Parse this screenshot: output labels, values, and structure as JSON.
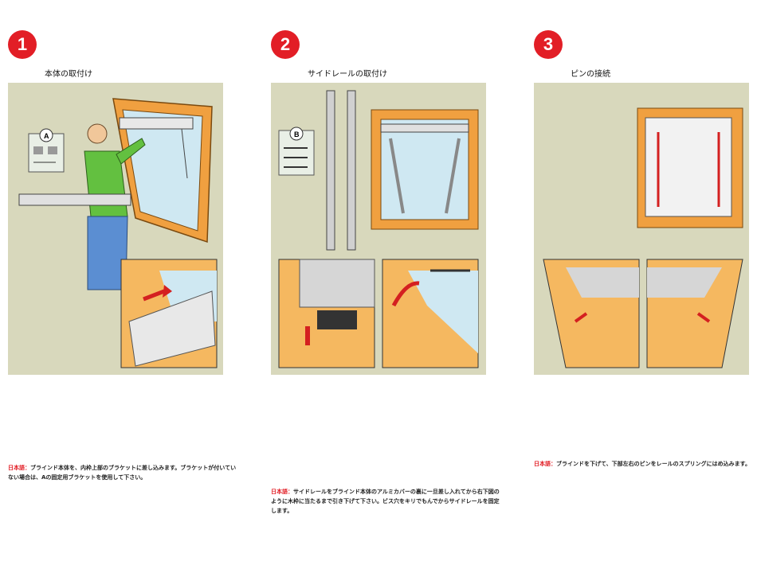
{
  "steps": [
    {
      "number": "1",
      "title": "本体の取付け",
      "label_a": "A",
      "caption_lang": "日本語：",
      "caption_text": "ブラインド本体を、内枠上部のブラケットに差し込みます。ブラケットが付いていない場合は、Aの固定用ブラケットを使用して下さい。"
    },
    {
      "number": "2",
      "title": "サイドレールの取付け",
      "label_b": "B",
      "caption_lang": "日本語：",
      "caption_text": "サイドレールをブラインド本体のアルミカバーの裏に一旦差し入れてから右下図のように木枠に当たるまで引き下げて下さい。ビス穴をキリでもんでからサイドレールを固定します。"
    },
    {
      "number": "3",
      "title": "ピンの接続",
      "caption_lang": "日本語：",
      "caption_text": "ブラインドを下げて、下部左右のピンをレールのスプリングにはめ込みます。"
    }
  ],
  "colors": {
    "badge": "#e21e26",
    "panel_bg": "#d8d8bc",
    "wood": "#f0a040",
    "glass": "#cfe8f2",
    "arrow": "#d42020"
  }
}
